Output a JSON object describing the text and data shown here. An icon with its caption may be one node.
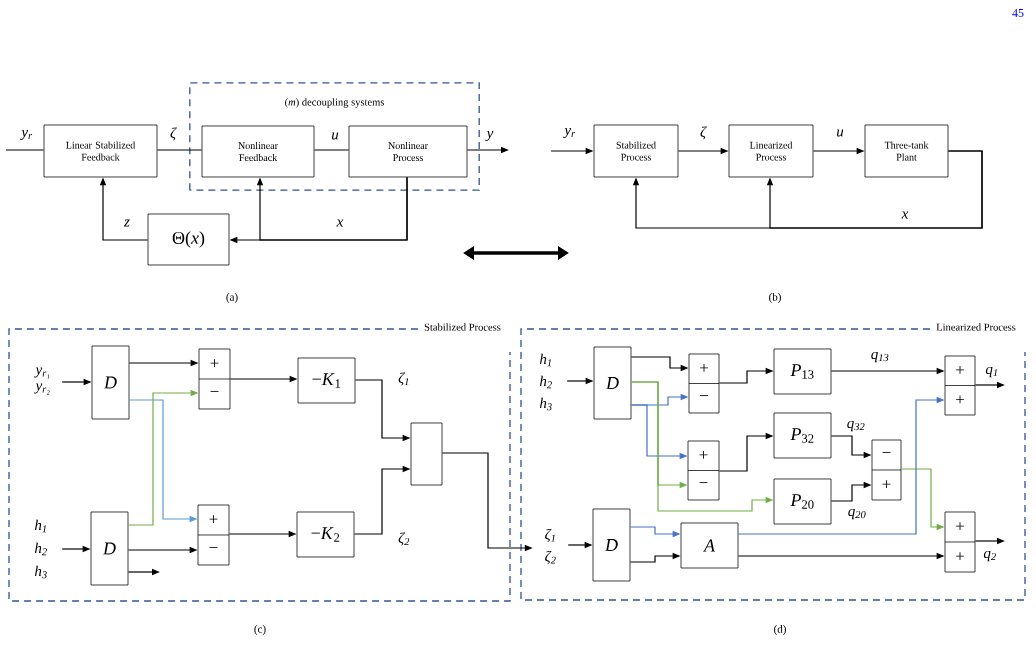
{
  "diagram": {
    "nodes": [
      {
        "text": [
          "Linear Stabilized Feedback"
        ]
      },
      {
        "text": [
          "(*m*) decoupling systems"
        ]
      },
      {
        "text": [
          "Nonlinear Feedback"
        ],
        "in": 1
      },
      {
        "text": [
          "Nonlinear Process"
        ],
        "in": 1
      },
      {
        "text": [
          "Θ(*x*)"
        ]
      },
      {
        "text": [
          "Stabilized Process"
        ]
      },
      {
        "text": [
          "Linearized Process"
        ]
      },
      {
        "text": [
          "Three-tank Plant"
        ]
      },
      {
        "text": [
          "Stabilized Process"
        ]
      },
      {
        "text": [
          "y$_{r₁}$",
          "y$_{r₂}$"
        ],
        "in": 8
      },
      {
        "text": [
          "D"
        ],
        "in": 8
      },
      {
        "text": [
          "+",
          "−"
        ],
        "in": 8
      },
      {
        "text": [
          "−*K*$_{1}$"
        ],
        "in": 8
      },
      {
        "text": [],
        "shape": "box",
        "in": 8
      },
      {
        "text": [
          "h$_{1}$",
          "h$_{2}$",
          "h$_{3}$"
        ],
        "in": 8
      },
      {
        "text": [
          "D"
        ],
        "in": 8
      },
      {
        "text": [
          "+",
          "−"
        ],
        "in": 8
      },
      {
        "text": [
          "−*K*$_{2}$"
        ],
        "in": 8
      },
      {
        "text": [
          "Linearized Process"
        ]
      },
      {
        "text": [
          "h$_{1}$",
          "h$_{2}$",
          "h$_{3}$"
        ],
        "in": 18
      },
      {
        "text": [
          "D"
        ],
        "in": 18
      },
      {
        "text": [
          "+",
          "−"
        ],
        "in": 18
      },
      {
        "text": [
          "*P*$_{13}$"
        ],
        "in": 18
      },
      {
        "text": [
          "+",
          "+"
        ],
        "in": 18
      },
      {
        "text": [
          "+",
          "−"
        ],
        "in": 18
      },
      {
        "text": [
          "*P*$_{32}$"
        ],
        "in": 18
      },
      {
        "text": [
          "−",
          "+"
        ],
        "in": 18
      },
      {
        "text": [
          "*P*$_{20}$"
        ],
        "in": 18
      },
      {
        "text": [
          "ζ$_{1}$",
          "ζ$_{2}$"
        ],
        "in": 18
      },
      {
        "text": [
          "D"
        ],
        "in": 18
      },
      {
        "text": [
          "A"
        ],
        "in": 18
      },
      {
        "text": [
          "+",
          "+"
        ],
        "in": 18
      }
    ],
    "edges": [
      {
        "from": null,
        "to": 0,
        "arrow": "none",
        "label": "y$_{r}$"
      },
      {
        "from": 0,
        "to": 2,
        "arrow": "none",
        "label": "ζ"
      },
      {
        "from": 2,
        "to": 3,
        "arrow": "none",
        "label": "u"
      },
      {
        "from": 3,
        "to": null,
        "arrow": "to",
        "label": "y"
      },
      {
        "from": 3,
        "to": 4,
        "arrow": "to",
        "label": "x"
      },
      {
        "from": 3,
        "to": 2,
        "arrow": "to"
      },
      {
        "from": 4,
        "to": 0,
        "arrow": "to",
        "label": "z"
      },
      {
        "from": null,
        "to": 5,
        "arrow": "to",
        "label": "y$_{r}$"
      },
      {
        "from": 5,
        "to": 6,
        "arrow": "to",
        "label": "ζ"
      },
      {
        "from": 6,
        "to": 7,
        "arrow": "to",
        "label": "u"
      },
      {
        "from": 7,
        "to": 6,
        "arrow": "to",
        "label": "x"
      },
      {
        "from": 7,
        "to": 5,
        "arrow": "to"
      },
      {
        "from": 9,
        "to": 10,
        "arrow": "to"
      },
      {
        "from": 10,
        "to": 11,
        "arrow": "to"
      },
      {
        "from": 10,
        "to": 16,
        "arrow": "to",
        "color": "#5b9bd5"
      },
      {
        "from": 14,
        "to": 15,
        "arrow": "to"
      },
      {
        "from": 15,
        "to": 11,
        "arrow": "to",
        "color": "#70ad47"
      },
      {
        "from": 15,
        "to": 16,
        "arrow": "to"
      },
      {
        "from": 15,
        "to": null,
        "arrow": "to"
      },
      {
        "from": 11,
        "to": 12,
        "arrow": "to"
      },
      {
        "from": 16,
        "to": 17,
        "arrow": "to"
      },
      {
        "from": 12,
        "to": 13,
        "arrow": "to",
        "label": "ζ$_{1}$"
      },
      {
        "from": 17,
        "to": 13,
        "arrow": "to",
        "label": "ζ$_{2}$"
      },
      {
        "from": 13,
        "to": 28,
        "arrow": "to"
      },
      {
        "from": 19,
        "to": 20,
        "arrow": "to"
      },
      {
        "from": 20,
        "to": 21,
        "arrow": "to"
      },
      {
        "from": 20,
        "to": 21,
        "arrow": "to",
        "color": "#4472c4"
      },
      {
        "from": 20,
        "to": 24,
        "arrow": "to",
        "color": "#4472c4"
      },
      {
        "from": 20,
        "to": 24,
        "arrow": "to",
        "color": "#70ad47"
      },
      {
        "from": 20,
        "to": 27,
        "arrow": "to",
        "color": "#70ad47"
      },
      {
        "from": 21,
        "to": 22,
        "arrow": "to"
      },
      {
        "from": 24,
        "to": 25,
        "arrow": "to"
      },
      {
        "from": 22,
        "to": 23,
        "arrow": "to",
        "label": "q$_{13}$"
      },
      {
        "from": 25,
        "to": 26,
        "arrow": "to",
        "label": "q$_{32}$"
      },
      {
        "from": 27,
        "to": 26,
        "arrow": "to",
        "label": "q$_{20}$"
      },
      {
        "from": 26,
        "to": 31,
        "arrow": "to",
        "color": "#70ad47"
      },
      {
        "from": 30,
        "to": 23,
        "arrow": "to",
        "color": "#4472c4"
      },
      {
        "from": 30,
        "to": 31,
        "arrow": "to"
      },
      {
        "from": 28,
        "to": 29,
        "arrow": "to"
      },
      {
        "from": 29,
        "to": 30,
        "arrow": "to",
        "color": "#4472c4"
      },
      {
        "from": 29,
        "to": 30,
        "arrow": "to"
      },
      {
        "from": 23,
        "to": null,
        "arrow": "to",
        "label": "q$_{1}$"
      },
      {
        "from": 31,
        "to": null,
        "arrow": "to",
        "label": "q$_{2}$"
      }
    ],
    "labels": [
      "45",
      "(a)",
      "(b)",
      "(c)",
      "(d)"
    ]
  }
}
